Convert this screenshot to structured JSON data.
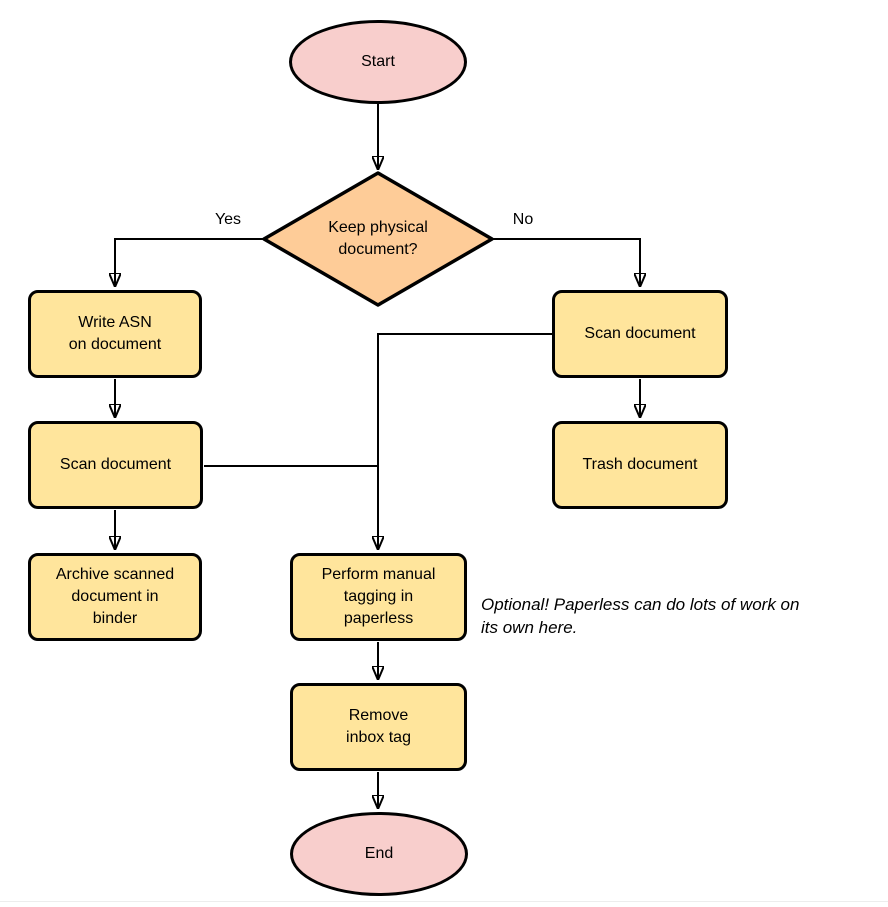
{
  "colors": {
    "terminal_fill": "#F8CECC",
    "decision_fill": "#FECC98",
    "process_fill": "#FFE59C",
    "outline": "#000000",
    "edge": "#000000"
  },
  "nodes": {
    "start": {
      "type": "terminal",
      "lines": [
        "Start"
      ]
    },
    "decision": {
      "type": "decision",
      "lines": [
        "Keep physical",
        "document?"
      ]
    },
    "write_asn": {
      "type": "process",
      "lines": [
        "Write ASN",
        "on document"
      ]
    },
    "scan_left": {
      "type": "process",
      "lines": [
        "Scan document"
      ]
    },
    "archive": {
      "type": "process",
      "lines": [
        "Archive scanned",
        "document in",
        "binder"
      ]
    },
    "scan_right": {
      "type": "process",
      "lines": [
        "Scan document"
      ]
    },
    "trash": {
      "type": "process",
      "lines": [
        "Trash document"
      ]
    },
    "perform_tagging": {
      "type": "process",
      "lines": [
        "Perform manual",
        "tagging in",
        "paperless"
      ]
    },
    "remove_inbox": {
      "type": "process",
      "lines": [
        "Remove",
        "inbox tag"
      ]
    },
    "end": {
      "type": "terminal",
      "lines": [
        "End"
      ]
    }
  },
  "edge_labels": {
    "yes": "Yes",
    "no": "No"
  },
  "note": {
    "lines": [
      "Optional! Paperless can do lots of work on",
      "its own here."
    ]
  }
}
